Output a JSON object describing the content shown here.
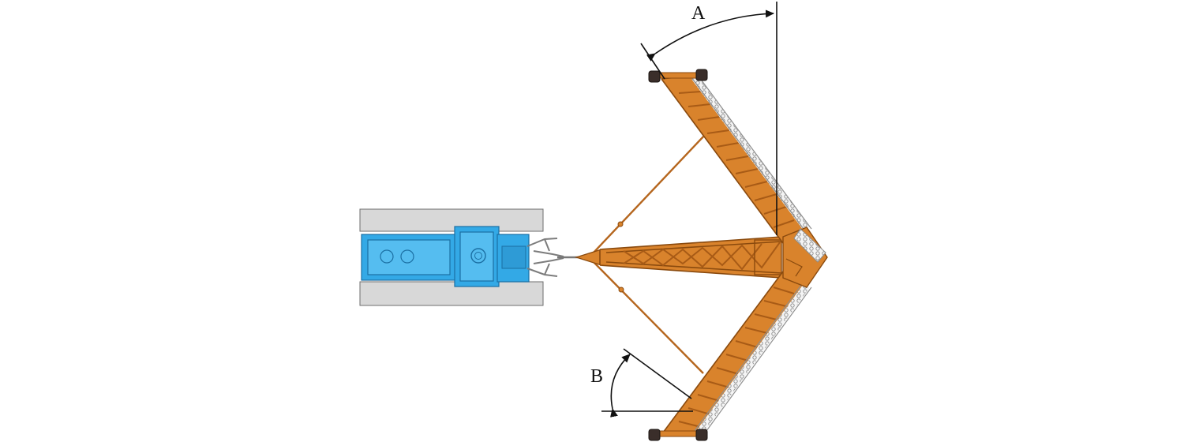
{
  "labels": {
    "angle_a": "A",
    "angle_b": "B"
  },
  "colors": {
    "boom": "#d9832c",
    "boom_edge": "#8a4a0e",
    "vehicle": "#33a9e6",
    "tracks": "#9a9a9a",
    "lines": "#111111"
  },
  "parts": {
    "vehicle": "tracked-carrier",
    "boom": "lattice-boom",
    "arms": [
      "upper-cutting-arm",
      "lower-cutting-arm"
    ],
    "wheels": "arm-end-wheels"
  }
}
